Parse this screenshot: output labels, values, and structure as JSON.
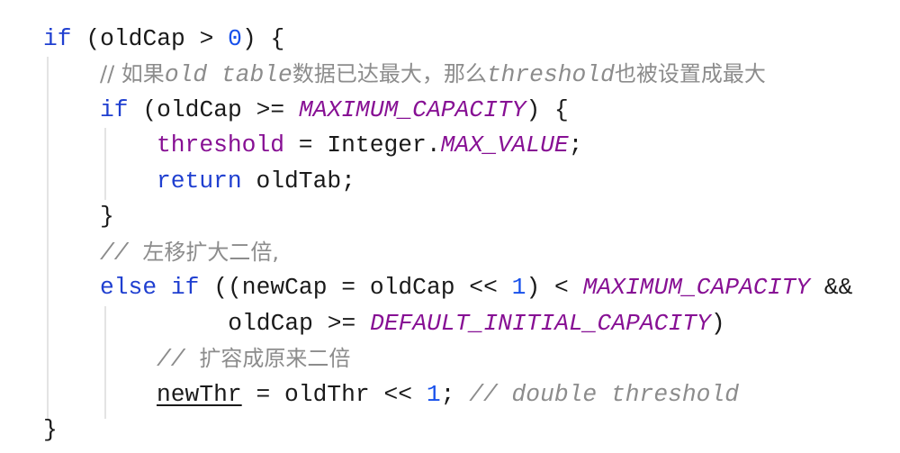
{
  "editor": {
    "theme": {
      "keyword_color": "#1f3fd0",
      "number_color": "#1750eb",
      "constant_color": "#871094",
      "comment_color": "#8c8c8c",
      "text_color": "#1a1a1a",
      "indent_guide_color": "#e4e4e4"
    },
    "lines": [
      {
        "indent": 0,
        "tokens": {
          "t0": "if",
          "t1": " (oldCap > ",
          "t2": "0",
          "t3": ") {"
        }
      },
      {
        "indent": 1,
        "tokens": {
          "t0": "// 如果",
          "t1": "old table",
          "t2": "数据已达最大，那么",
          "t3": "threshold",
          "t4": "也被设置成最大"
        }
      },
      {
        "indent": 1,
        "tokens": {
          "t0": "if",
          "t1": " (oldCap >= ",
          "t2": "MAXIMUM_CAPACITY",
          "t3": ") {"
        }
      },
      {
        "indent": 2,
        "tokens": {
          "t0": "threshold",
          "t1": " = Integer.",
          "t2": "MAX_VALUE",
          "t3": ";"
        }
      },
      {
        "indent": 2,
        "tokens": {
          "t0": "return",
          "t1": " oldTab;"
        }
      },
      {
        "indent": 1,
        "tokens": {
          "t0": "}"
        }
      },
      {
        "indent": 1,
        "tokens": {
          "t0": "// ",
          "t1": "左移扩大二倍,"
        }
      },
      {
        "indent": 1,
        "tokens": {
          "t0": "else if",
          "t1": " ((newCap = oldCap << ",
          "t2": "1",
          "t3": ") < ",
          "t4": "MAXIMUM_CAPACITY",
          "t5": " &&"
        }
      },
      {
        "indent": 1,
        "tokens": {
          "t0": "        oldCap >= ",
          "t1": "DEFAULT_INITIAL_CAPACITY",
          "t2": ")"
        }
      },
      {
        "indent": 2,
        "tokens": {
          "t0": "// ",
          "t1": "扩容成原来二倍"
        }
      },
      {
        "indent": 2,
        "tokens": {
          "t0": "newThr",
          "t1": " = oldThr << ",
          "t2": "1",
          "t3": "; ",
          "t4": "// double threshold"
        }
      },
      {
        "indent": 0,
        "tokens": {
          "t0": "}"
        }
      }
    ]
  }
}
